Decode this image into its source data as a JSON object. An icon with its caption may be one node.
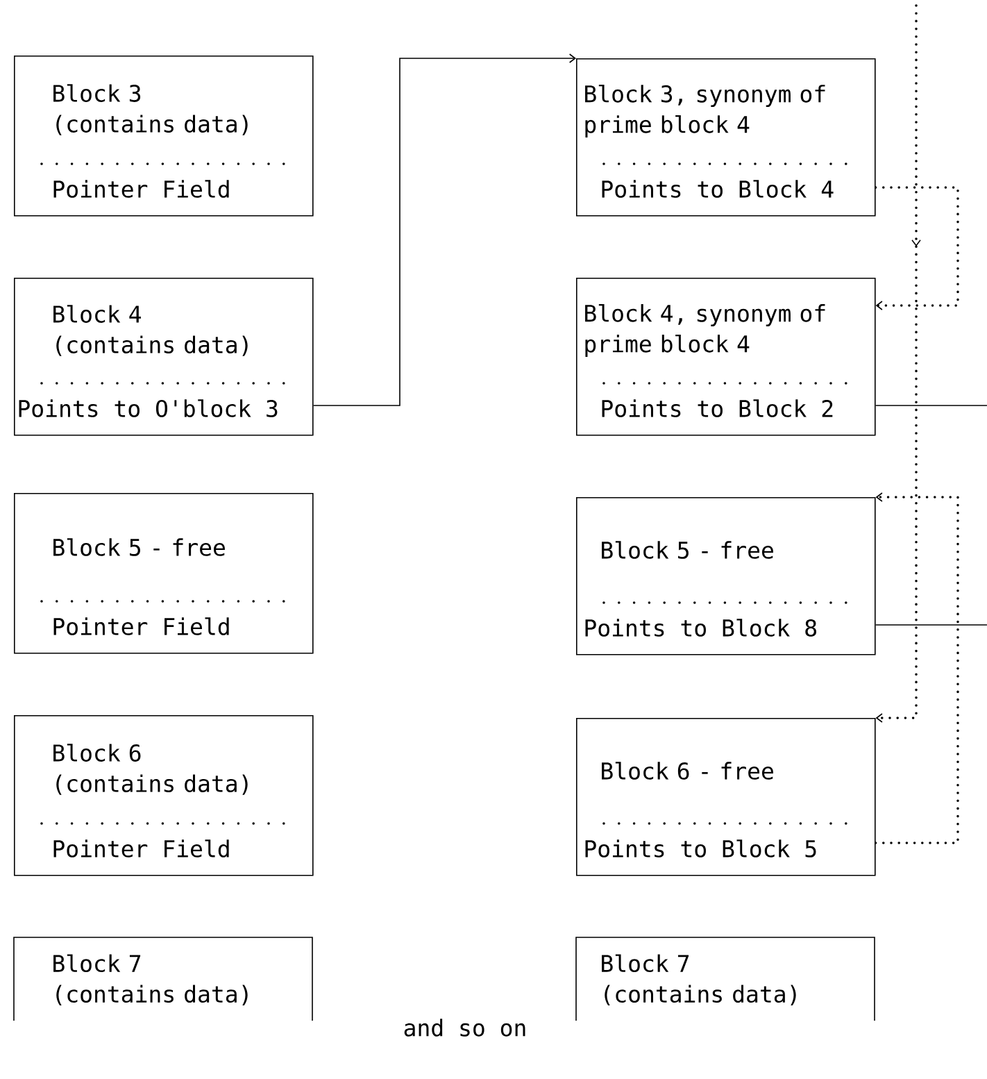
{
  "diagram": {
    "nodes": [
      {
        "text": [
          "Block 3 (contains data)",
          "Pointer Field"
        ]
      },
      {
        "text": [
          "Block 4 (contains data)",
          "Points to O'block 3"
        ]
      },
      {
        "text": [
          "Block 5 - free",
          "Pointer Field"
        ]
      },
      {
        "text": [
          "Block 6 (contains data)",
          "Pointer Field"
        ]
      },
      {
        "text": [
          "Block 7 (contains data)"
        ]
      },
      {
        "text": [
          "Block 3, synonym of prime block 4",
          "Points to Block 4"
        ]
      },
      {
        "text": [
          "Block 4, synonym of prime block 4",
          "Points to Block 2"
        ]
      },
      {
        "text": [
          "Block 5 - free",
          "Points to Block 8"
        ]
      },
      {
        "text": [
          "Block 6 - free",
          "Points to Block 5"
        ]
      },
      {
        "text": [
          "Block 7 (contains data)"
        ]
      }
    ],
    "edges": [
      {
        "from": 1,
        "to": 5,
        "arrow": "to"
      },
      {
        "from": 5,
        "to": 6,
        "arrow": "to",
        "style": "dashed"
      },
      {
        "from": null,
        "to": 8,
        "arrow": "to",
        "style": "dashed"
      },
      {
        "from": 6,
        "to": null,
        "arrow": "none"
      },
      {
        "from": 7,
        "to": null,
        "arrow": "none"
      },
      {
        "from": 8,
        "to": 7,
        "arrow": "to",
        "style": "dashed"
      }
    ],
    "labels": [
      "and so on"
    ]
  }
}
